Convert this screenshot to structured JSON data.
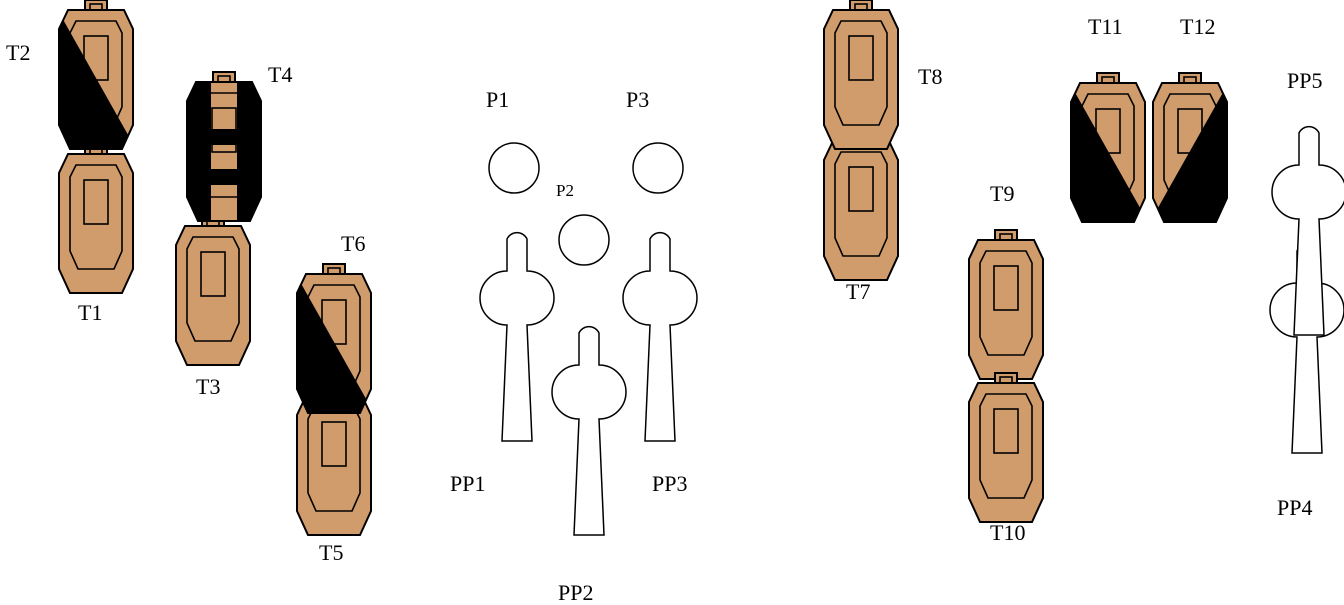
{
  "colors": {
    "target_fill": "#d19c6c",
    "no_shoot_fill": "#000000",
    "outline": "#000000",
    "popper_fill": "#ffffff"
  },
  "targets": [
    {
      "id": "T1",
      "label": "T1",
      "hardcover": "none"
    },
    {
      "id": "T2",
      "label": "T2",
      "hardcover": "diagonal-lower-left"
    },
    {
      "id": "T3",
      "label": "T3",
      "hardcover": "none"
    },
    {
      "id": "T4",
      "label": "T4",
      "hardcover": "sides-and-bands"
    },
    {
      "id": "T5",
      "label": "T5",
      "hardcover": "none"
    },
    {
      "id": "T6",
      "label": "T6",
      "hardcover": "diagonal-lower-left"
    },
    {
      "id": "T7",
      "label": "T7",
      "hardcover": "none"
    },
    {
      "id": "T8",
      "label": "T8",
      "hardcover": "none"
    },
    {
      "id": "T9",
      "label": "T9",
      "hardcover": "none"
    },
    {
      "id": "T10",
      "label": "T10",
      "hardcover": "none"
    },
    {
      "id": "T11",
      "label": "T11",
      "hardcover": "diagonal-lower-left"
    },
    {
      "id": "T12",
      "label": "T12",
      "hardcover": "diagonal-lower-right"
    }
  ],
  "plates": [
    {
      "id": "P1",
      "label": "P1"
    },
    {
      "id": "P2",
      "label": "P2"
    },
    {
      "id": "P3",
      "label": "P3"
    }
  ],
  "poppers": [
    {
      "id": "PP1",
      "label": "PP1"
    },
    {
      "id": "PP2",
      "label": "PP2"
    },
    {
      "id": "PP3",
      "label": "PP3"
    },
    {
      "id": "PP4",
      "label": "PP4"
    },
    {
      "id": "PP5",
      "label": "PP5"
    }
  ]
}
